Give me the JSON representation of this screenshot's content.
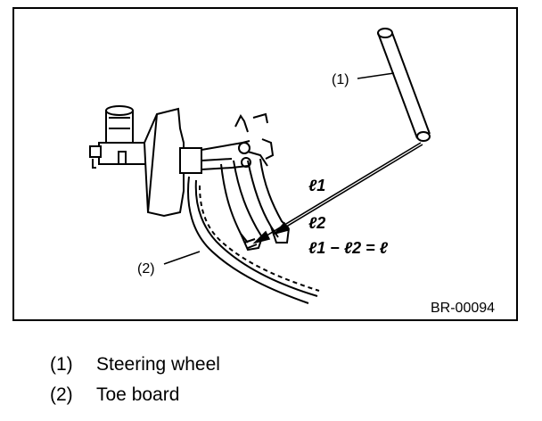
{
  "figure": {
    "callouts": {
      "steering_wheel": "(1)",
      "toe_board": "(2)"
    },
    "dimension_labels": {
      "l1": "ℓ1",
      "l2": "ℓ2",
      "equation": "ℓ1 − ℓ2 = ℓ"
    },
    "figure_id": "BR-00094"
  },
  "legend": {
    "items": [
      {
        "num": "(1)",
        "label": "Steering wheel"
      },
      {
        "num": "(2)",
        "label": "Toe board"
      }
    ]
  }
}
